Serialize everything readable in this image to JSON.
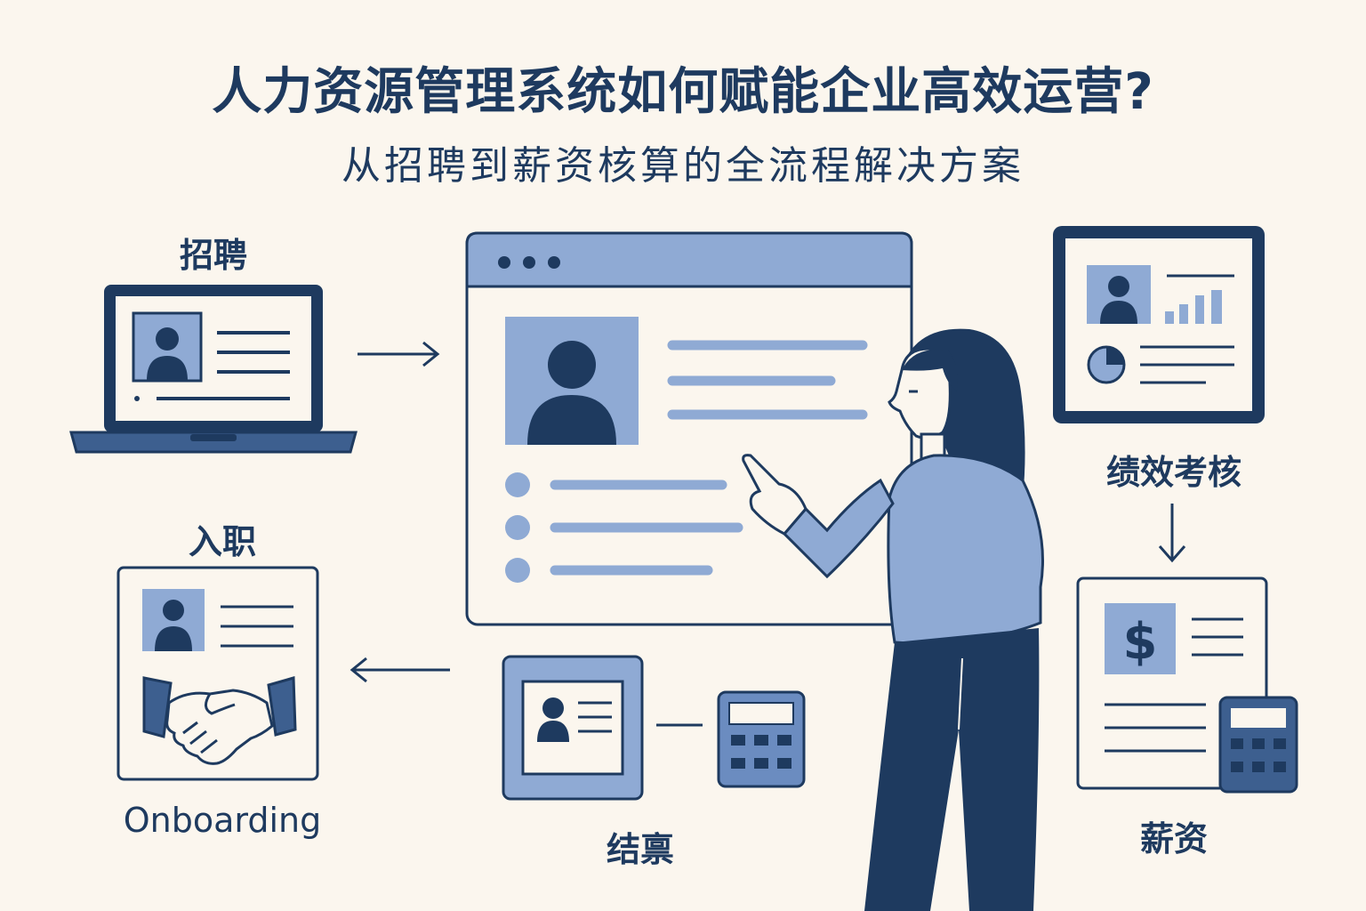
{
  "header": {
    "title": "人力资源管理系统如何赋能企业高效运营?",
    "subtitle": "从招聘到薪资核算的全流程解决方案"
  },
  "stages": {
    "recruit": "招聘",
    "performance": "绩效考核",
    "onboard": "入职",
    "onboard_en": "Onboarding",
    "settle": "结禀",
    "payroll": "薪资"
  },
  "icons": {
    "payroll_symbol": "$"
  },
  "colors": {
    "background": "#FBF6EE",
    "navy": "#1E3A5F",
    "blue_light": "#8FAAD4",
    "blue_mid": "#6B8CC0"
  }
}
